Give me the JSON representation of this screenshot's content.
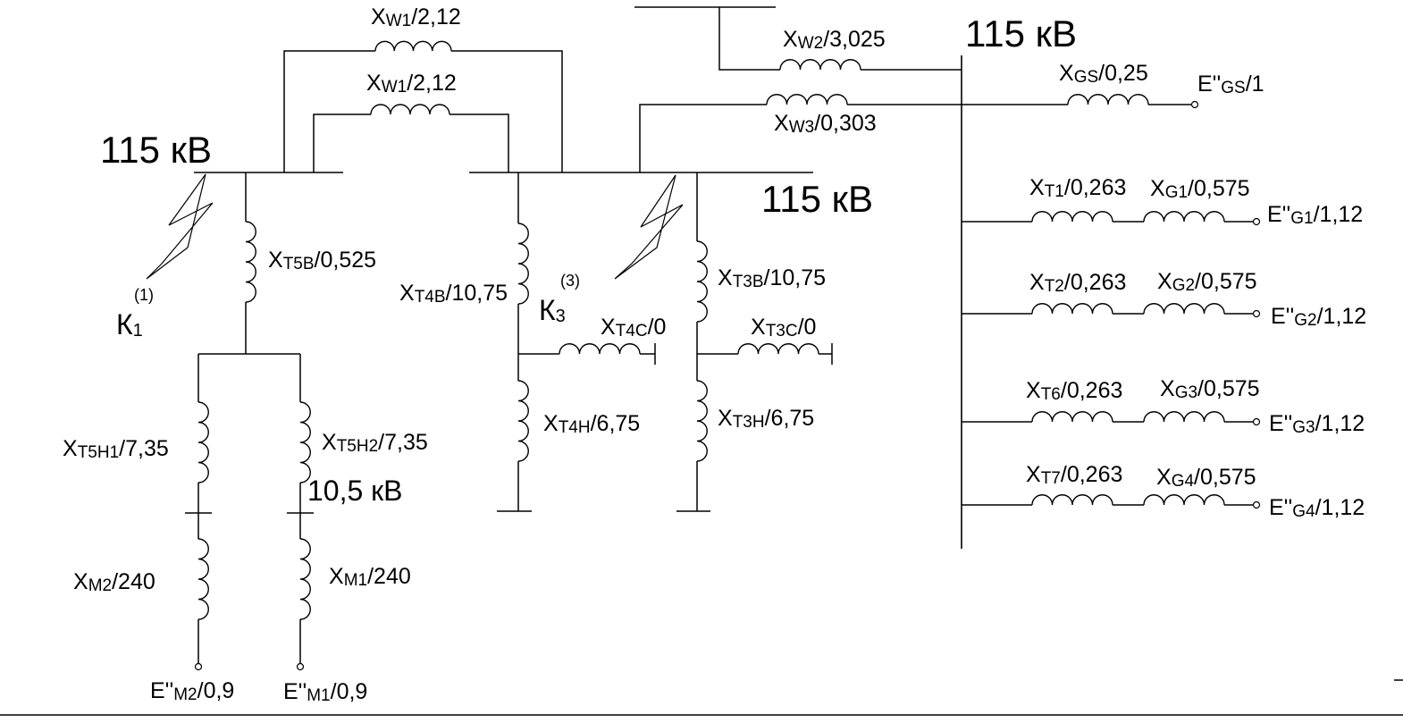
{
  "buses": {
    "bus_left_voltage": "115 кВ",
    "bus_mid_voltage": "115 кВ",
    "bus_right_voltage": "115 кВ",
    "bus_low_voltage": "10,5 кВ"
  },
  "faults": {
    "k1": {
      "letter": "К",
      "sub": "1",
      "order": "(1)"
    },
    "k3": {
      "letter": "К",
      "sub": "3",
      "order": "(3)"
    }
  },
  "lines": {
    "xw1_top": {
      "x": "X",
      "sub": "W1",
      "val": "/2,12"
    },
    "xw1_bottom": {
      "x": "X",
      "sub": "W1",
      "val": "/2,12"
    },
    "xw2": {
      "x": "X",
      "sub": "W2",
      "val": "/3,025"
    },
    "xw3": {
      "x": "X",
      "sub": "W3",
      "val": "/0,303"
    }
  },
  "system": {
    "xgs": {
      "x": "X",
      "sub": "GS",
      "val": "/0,25"
    },
    "egs": {
      "e": "E''",
      "sub": "GS",
      "val": "/1"
    }
  },
  "transformer_t5": {
    "xt5v": {
      "x": "X",
      "sub": "Т5В",
      "val": "/0,525"
    },
    "xt5n1": {
      "x": "X",
      "sub": "Т5Н1",
      "val": "/7,35"
    },
    "xt5n2": {
      "x": "X",
      "sub": "Т5Н2",
      "val": "/7,35"
    }
  },
  "motors": {
    "xm2": {
      "x": "X",
      "sub": "М2",
      "val": "/240"
    },
    "xm1": {
      "x": "X",
      "sub": "М1",
      "val": "/240"
    },
    "em2": {
      "e": "E''",
      "sub": "М2",
      "val": "/0,9"
    },
    "em1": {
      "e": "E''",
      "sub": "М1",
      "val": "/0,9"
    }
  },
  "transformer_t4": {
    "xt4v": {
      "x": "X",
      "sub": "Т4В",
      "val": "/10,75"
    },
    "xt4c": {
      "x": "X",
      "sub": "Т4С",
      "val": "/0"
    },
    "xt4n": {
      "x": "X",
      "sub": "Т4Н",
      "val": "/6,75"
    }
  },
  "transformer_t3": {
    "xt3v": {
      "x": "X",
      "sub": "Т3В",
      "val": "/10,75"
    },
    "xt3c": {
      "x": "X",
      "sub": "Т3С",
      "val": "/0"
    },
    "xt3n": {
      "x": "X",
      "sub": "Т3Н",
      "val": "/6,75"
    }
  },
  "generators": [
    {
      "xt": {
        "x": "X",
        "sub": "Т1",
        "val": "/0,263"
      },
      "xg": {
        "x": "X",
        "sub": "G1",
        "val": "/0,575"
      },
      "e": {
        "e": "E''",
        "sub": "G1",
        "val": "/1,12"
      }
    },
    {
      "xt": {
        "x": "X",
        "sub": "Т2",
        "val": "/0,263"
      },
      "xg": {
        "x": "X",
        "sub": "G2",
        "val": "/0,575"
      },
      "e": {
        "e": "E''",
        "sub": "G2",
        "val": "/1,12"
      }
    },
    {
      "xt": {
        "x": "X",
        "sub": "Т6",
        "val": "/0,263"
      },
      "xg": {
        "x": "X",
        "sub": "G3",
        "val": "/0,575"
      },
      "e": {
        "e": "E''",
        "sub": "G3",
        "val": "/1,12"
      }
    },
    {
      "xt": {
        "x": "X",
        "sub": "Т7",
        "val": "/0,263"
      },
      "xg": {
        "x": "X",
        "sub": "G4",
        "val": "/0,575"
      },
      "e": {
        "e": "E''",
        "sub": "G4",
        "val": "/1,12"
      }
    }
  ]
}
